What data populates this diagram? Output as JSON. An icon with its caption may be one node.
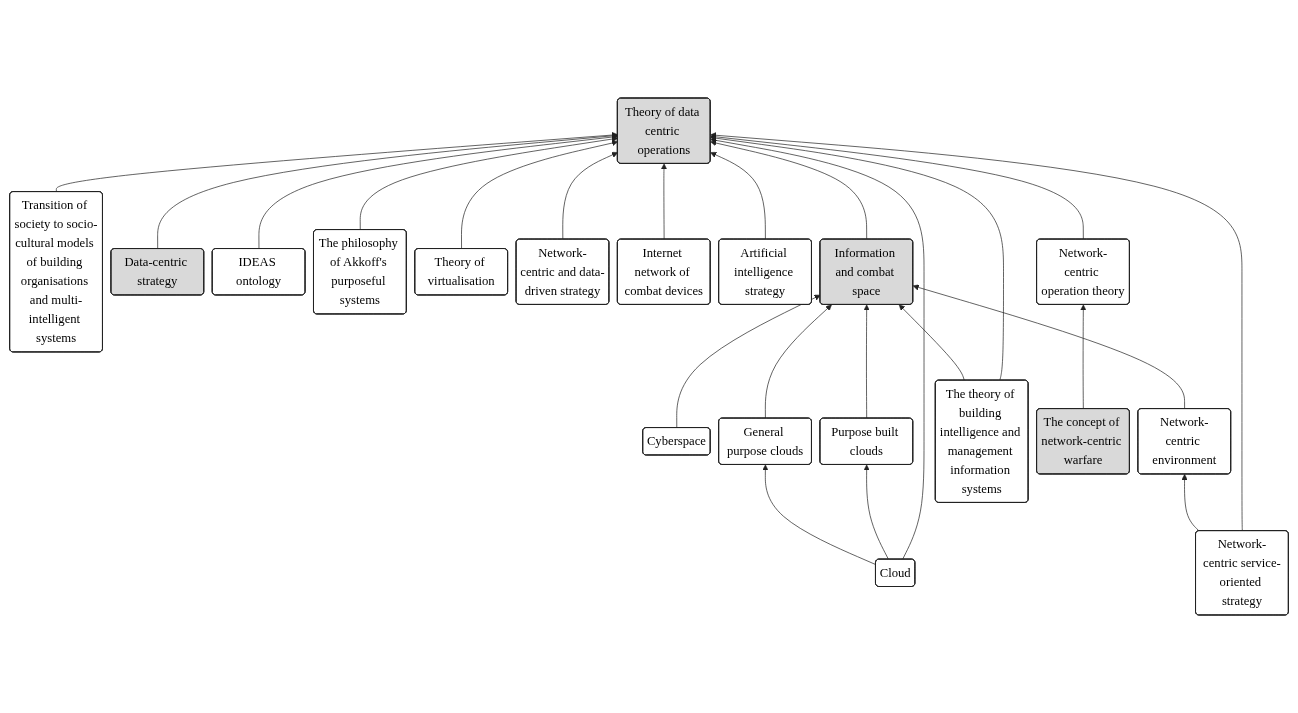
{
  "diagram": {
    "nodes": [
      {
        "text": [
          "Transition of society to socio-cultural models of building organisations and multi-intelligent systems"
        ]
      },
      {
        "text": [
          "Data-centric strategy"
        ]
      },
      {
        "text": [
          "IDEAS ontology"
        ]
      },
      {
        "text": [
          "The philosophy of Akkoff's purposeful systems"
        ]
      },
      {
        "text": [
          "Theory of virtualisation"
        ]
      },
      {
        "text": [
          "Theory of data centric operations"
        ]
      },
      {
        "text": [
          "Network-centric and data-driven strategy"
        ]
      },
      {
        "text": [
          "Network-centric service-oriented strategy"
        ]
      },
      {
        "text": [
          "Cloud"
        ]
      },
      {
        "text": [
          "Internet network of combat devices"
        ]
      },
      {
        "text": [
          "Artificial intelligence strategy"
        ]
      },
      {
        "text": [
          "Network-centric operation theory"
        ]
      },
      {
        "text": [
          "Cyberspace"
        ]
      },
      {
        "text": [
          "Network-centric environment"
        ]
      },
      {
        "text": [
          "Purpose built clouds"
        ]
      },
      {
        "text": [
          "General purpose clouds"
        ]
      },
      {
        "text": [
          "The theory of building intelligence and management information systems"
        ]
      },
      {
        "text": [
          "The concept of network-centric warfare"
        ]
      },
      {
        "text": [
          "Information and combat space"
        ]
      }
    ],
    "edges": [
      {
        "from": 0,
        "to": 5,
        "arrow": "to"
      },
      {
        "from": 1,
        "to": 5,
        "arrow": "to"
      },
      {
        "from": 2,
        "to": 5,
        "arrow": "to"
      },
      {
        "from": 3,
        "to": 5,
        "arrow": "to"
      },
      {
        "from": 4,
        "to": 5,
        "arrow": "to"
      },
      {
        "from": 6,
        "to": 5,
        "arrow": "to"
      },
      {
        "from": 11,
        "to": 5,
        "arrow": "to"
      },
      {
        "from": 7,
        "to": 5,
        "arrow": "to"
      },
      {
        "from": 8,
        "to": 5,
        "arrow": "to"
      },
      {
        "from": 9,
        "to": 5,
        "arrow": "to"
      },
      {
        "from": 10,
        "to": 5,
        "arrow": "to"
      },
      {
        "from": 16,
        "to": 5,
        "arrow": "to"
      },
      {
        "from": 18,
        "to": 5,
        "arrow": "to"
      },
      {
        "from": 7,
        "to": 13,
        "arrow": "to"
      },
      {
        "from": 8,
        "to": 14,
        "arrow": "to"
      },
      {
        "from": 8,
        "to": 15,
        "arrow": "to"
      },
      {
        "from": 17,
        "to": 11,
        "arrow": "to"
      },
      {
        "from": 12,
        "to": 18,
        "arrow": "to"
      },
      {
        "from": 13,
        "to": 18,
        "arrow": "to"
      },
      {
        "from": 14,
        "to": 18,
        "arrow": "to"
      },
      {
        "from": 15,
        "to": 18,
        "arrow": "to"
      },
      {
        "from": 16,
        "to": 18,
        "arrow": "to"
      }
    ]
  }
}
